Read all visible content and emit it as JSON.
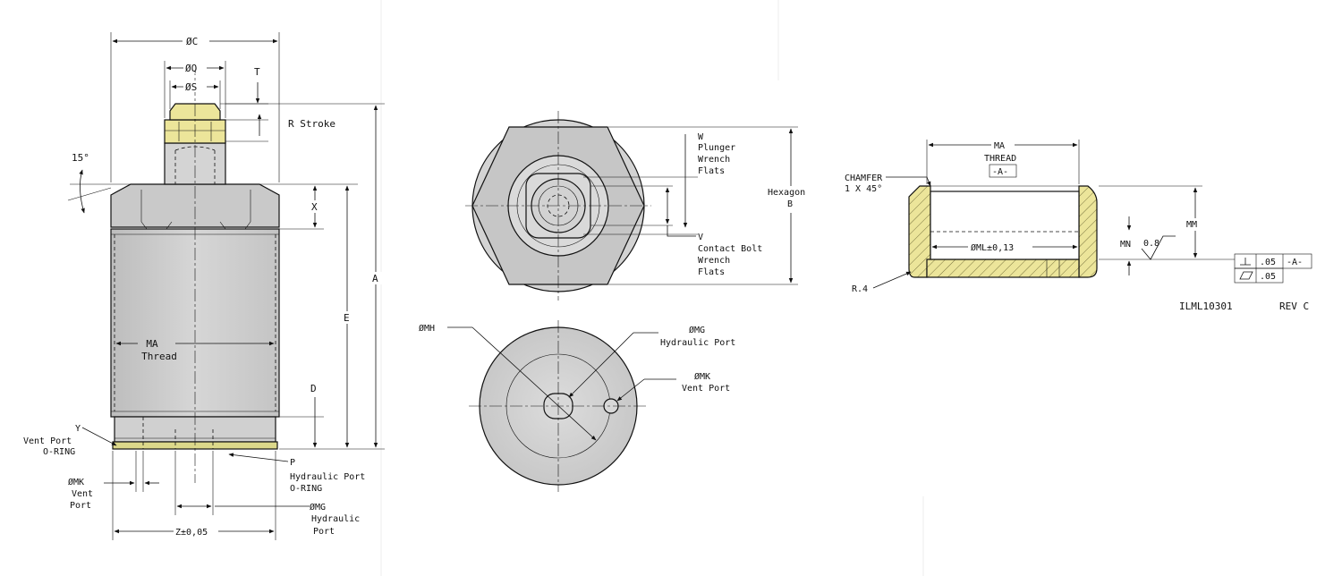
{
  "colors": {
    "body_gray": "#cfcfcf",
    "body_light": "#e8e8e8",
    "brass": "#ece59a",
    "seal": "#dcd88a",
    "line": "#111111"
  },
  "side_view": {
    "dia_c": "ØC",
    "dia_q": "ØQ",
    "dia_s": "ØS",
    "t": "T",
    "r_stroke": "R Stroke",
    "angle_15": "15°",
    "x": "X",
    "a": "A",
    "e": "E",
    "ma_thread_1": "MA",
    "ma_thread_2": "Thread",
    "d": "D",
    "y": "Y",
    "vent_port_oring_1": "Vent Port",
    "vent_port_oring_2": "O-RING",
    "p": "P",
    "hydraulic_port_oring_1": "Hydraulic Port",
    "hydraulic_port_oring_2": "O-RING",
    "dia_mk": "ØMK",
    "vent": "Vent",
    "port": "Port",
    "dia_mg": "ØMG",
    "hydraulic": "Hydraulic",
    "port2": "Port",
    "z": "Z±0,05"
  },
  "top_view": {
    "w": "W",
    "plunger": "Plunger",
    "wrench": "Wrench",
    "flats": "Flats",
    "hexagon": "Hexagon",
    "b": "B",
    "v": "V",
    "contact_bolt": "Contact Bolt",
    "wrench2": "Wrench",
    "flats2": "Flats"
  },
  "bottom_view": {
    "dia_mh": "ØMH",
    "dia_mg": "ØMG",
    "hydraulic_port": "Hydraulic Port",
    "dia_mk": "ØMK",
    "vent_port": "Vent Port"
  },
  "section_view": {
    "ma": "MA",
    "thread": "THREAD",
    "datum_a": "-A-",
    "chamfer": "CHAMFER",
    "chamfer_size": "1 X 45°",
    "ml": "ØML±0,13",
    "mm": "MM",
    "mn": "MN",
    "roughness": "0.8",
    "r4": "R.4",
    "tol_perp": ".05",
    "tol_datum": "-A-",
    "tol_flat": ".05"
  },
  "title_block": {
    "drawing_no": "ILML10301",
    "revision": "REV C"
  }
}
